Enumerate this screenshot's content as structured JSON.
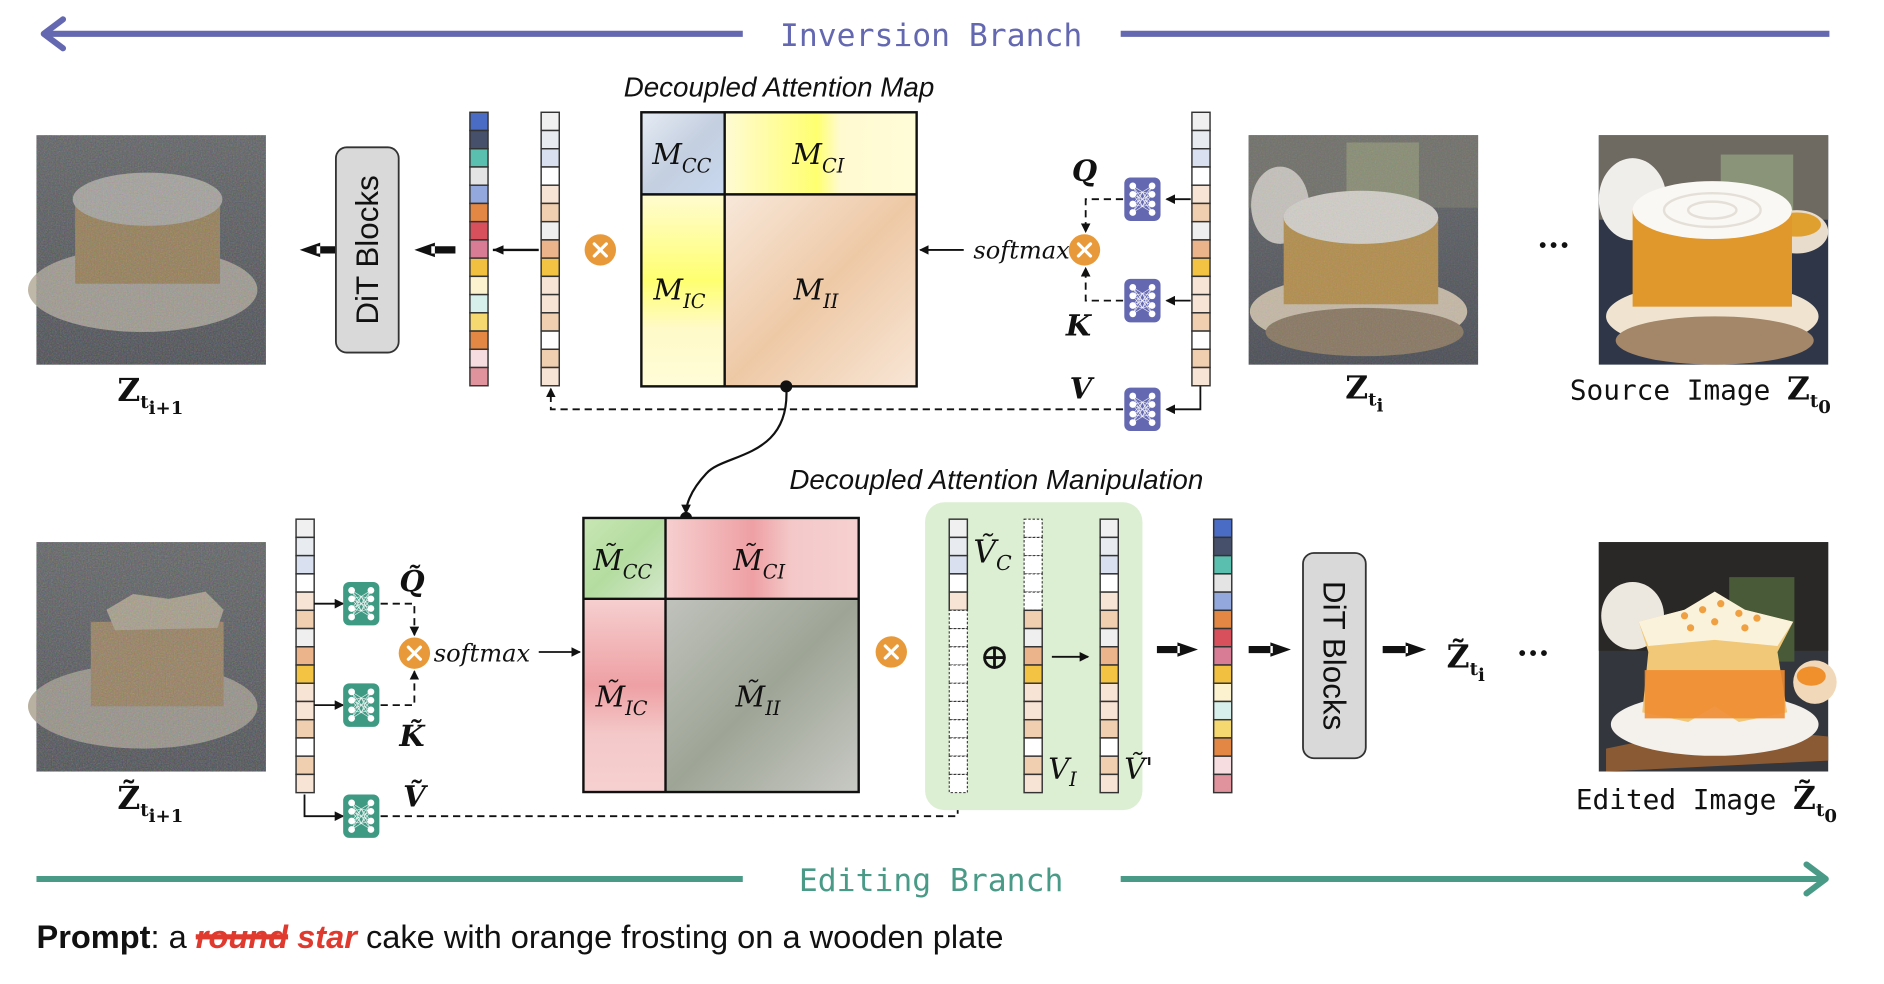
{
  "branches": {
    "inversion": {
      "label": "Inversion Branch",
      "color": "#6468b0",
      "direction": "right-to-left"
    },
    "editing": {
      "label": "Editing Branch",
      "color": "#4a9a88",
      "direction": "left-to-right"
    }
  },
  "inversion": {
    "section_title": "Decoupled Attention Map",
    "matrix": {
      "cc": {
        "base": "M",
        "sub": "CC"
      },
      "ci": {
        "base": "M",
        "sub": "CI"
      },
      "ic": {
        "base": "M",
        "sub": "IC"
      },
      "ii": {
        "base": "M",
        "sub": "II"
      }
    },
    "q_label": "Q",
    "k_label": "K",
    "v_label": "V",
    "softmax_label": "softmax",
    "dit_label": "DiT Blocks",
    "images": {
      "next_latent": {
        "base": "Z",
        "sub": "t",
        "subsub": "i+1",
        "description": "noisy round cake latent"
      },
      "current_latent": {
        "base": "Z",
        "sub": "t",
        "subsub": "i",
        "description": "partially noisy round cake"
      },
      "source": {
        "caption": "Source Image",
        "base": "Z",
        "sub": "t",
        "subsub": "0",
        "description": "round cake with white frosting on a wooden slab"
      }
    },
    "ellipsis": "···"
  },
  "editing": {
    "section_title": "Decoupled Attention Manipulation",
    "matrix": {
      "cc": {
        "base": "M̃",
        "sub": "CC"
      },
      "ci": {
        "base": "M̃",
        "sub": "CI"
      },
      "ic": {
        "base": "M̃",
        "sub": "IC"
      },
      "ii": {
        "base": "M̃",
        "sub": "II"
      }
    },
    "q_label": "Q̃",
    "k_label": "K̃",
    "v_label": "Ṽ",
    "softmax_label": "softmax",
    "vc_label": {
      "base": "Ṽ",
      "sub": "C"
    },
    "vi_label": {
      "base": "V",
      "sub": "I"
    },
    "vprime_label": "Ṽ'",
    "plus_symbol": "⊕",
    "dit_label": "DiT Blocks",
    "images": {
      "next_latent": {
        "base": "Z̃",
        "sub": "t",
        "subsub": "i+1",
        "description": "noisy star cake latent"
      },
      "current_latent": {
        "base": "Z̃",
        "sub": "t",
        "subsub": "i"
      },
      "edited": {
        "caption": "Edited Image",
        "base": "Z̃",
        "sub": "t",
        "subsub": "0",
        "description": "star-shaped orange cake on a wooden board"
      }
    },
    "ellipsis": "···"
  },
  "prompt": {
    "label": "Prompt",
    "prefix": ": a ",
    "struck_word": "round",
    "replacement_word": "star",
    "suffix": " cake with orange frosting on a wooden plate",
    "highlight_color": "#e03a2f"
  },
  "token_colors": {
    "output": [
      "#4a6cc4",
      "#46506a",
      "#5bbfb0",
      "#e4e4e4",
      "#93a8dc",
      "#e28744",
      "#d8505c",
      "#d87c96",
      "#f2c040",
      "#fdf2cf",
      "#d8f0ec",
      "#f6d870",
      "#e28744",
      "#f6dde0",
      "#e0939c"
    ],
    "value": [
      "#f0f0f0",
      "#e8ecf0",
      "#d9e0f0",
      "#ffffff",
      "#f8e4d4",
      "#f0cfb0",
      "#efefef",
      "#ecb48a",
      "#f3c343",
      "#f8e4d4",
      "#f8e4d4",
      "#f0cfb0",
      "#ffffff",
      "#f0cfb0",
      "#f8e4d4"
    ]
  },
  "colors": {
    "operator": "#e89a3a",
    "inversion_mlp": "#6468b0",
    "editing_mlp": "#3f9a84",
    "manip_panel": "#dcefd3",
    "dit_fill": "#d9d9d9"
  }
}
